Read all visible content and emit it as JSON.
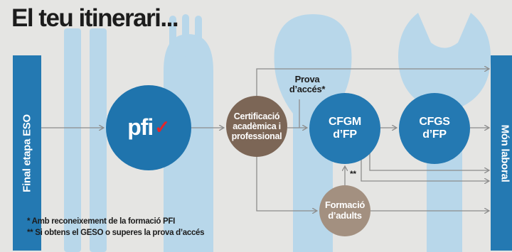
{
  "title": "El teu itinerari...",
  "left_bar": "Final etapa ESO",
  "right_bar": "Món laboral",
  "pfi": {
    "logo_text": "pfi",
    "mark": "✓"
  },
  "certificacio": [
    "Certificació",
    "acadèmica i",
    "professional"
  ],
  "prova_acces": [
    "Prova",
    "d’accés*"
  ],
  "cfgm": [
    "CFGM",
    "d’FP"
  ],
  "cfgs": [
    "CFGS",
    "d’FP"
  ],
  "formacio_adults": [
    "Formació",
    "d’adults"
  ],
  "double_star": "**",
  "notes": [
    "* Amb reconeixement de la formació PFI",
    "** Si obtens el GESO o superes la prova d’accés"
  ],
  "colors": {
    "background": "#e5e5e3",
    "deco_blue": "#b8d7ea",
    "primary_blue": "#2479b2",
    "brown": "#7c6656",
    "light_brown": "#a39080",
    "arrow": "#8c8c8c",
    "check_red": "#e3262b"
  },
  "icons": [
    "check-icon",
    "fork-decoration",
    "spoon-decoration",
    "wrench-decoration"
  ]
}
